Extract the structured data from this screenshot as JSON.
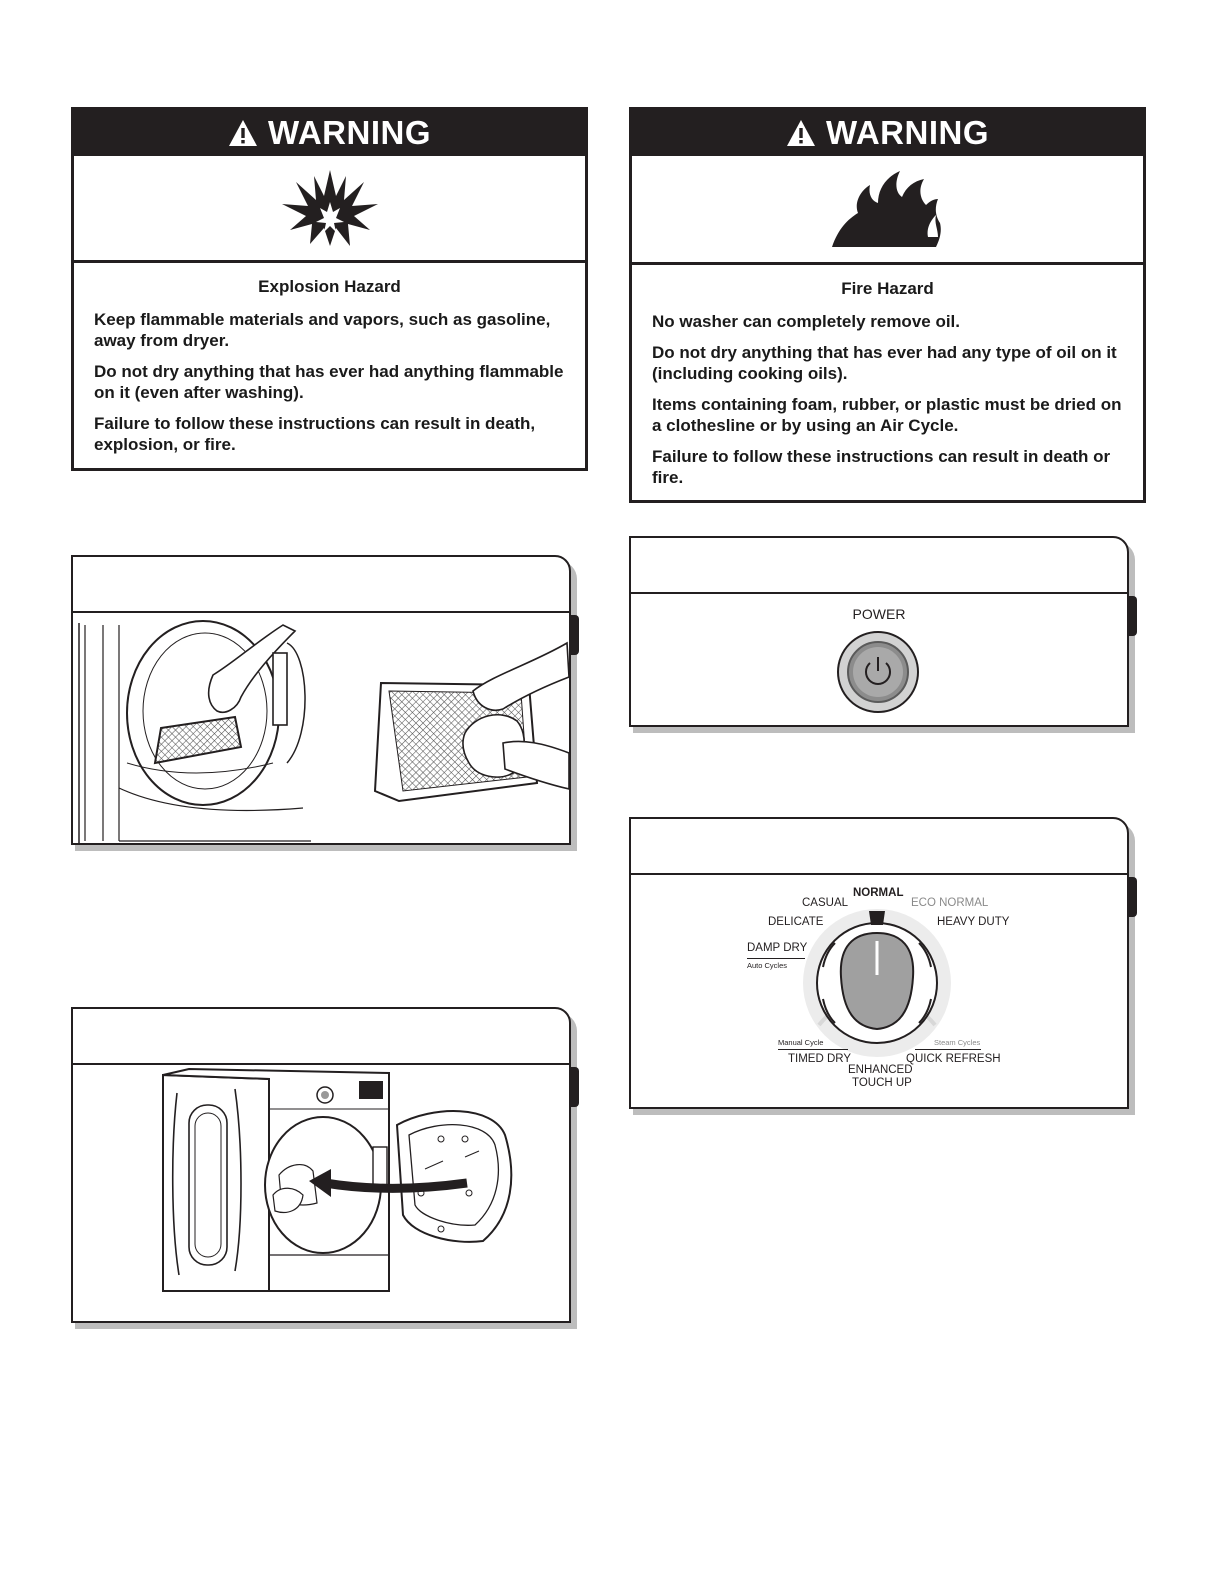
{
  "warnings": [
    {
      "header": "WARNING",
      "icon": "explosion-icon",
      "title": "Explosion Hazard",
      "paragraphs": [
        "Keep flammable materials and vapors, such as gasoline, away from dryer.",
        "Do not dry anything that has ever had anything flammable on it (even after washing).",
        "Failure to follow these instructions can result in death, explosion, or fire."
      ]
    },
    {
      "header": "WARNING",
      "icon": "fire-icon",
      "title": "Fire Hazard",
      "paragraphs": [
        "No washer can completely remove oil.",
        "Do not dry anything that has ever had any type of oil on it (including cooking oils).",
        "Items containing foam, rubber, or plastic must be dried on a clothesline or by using an Air Cycle.",
        "Failure to follow these instructions can result in death or fire."
      ]
    }
  ],
  "power_panel": {
    "label": "POWER"
  },
  "dial_panel": {
    "labels": {
      "normal": "NORMAL",
      "casual": "CASUAL",
      "eco_normal": "ECO NORMAL",
      "delicate": "DELICATE",
      "heavy_duty": "HEAVY DUTY",
      "damp_dry": "DAMP DRY",
      "auto_cycles": "Auto Cycles",
      "manual_cycle": "Manual Cycle",
      "steam_cycles": "Steam Cycles",
      "timed_dry": "TIMED DRY",
      "quick_refresh": "QUICK REFRESH",
      "enhanced": "ENHANCED",
      "touch_up": "TOUCH UP"
    }
  }
}
